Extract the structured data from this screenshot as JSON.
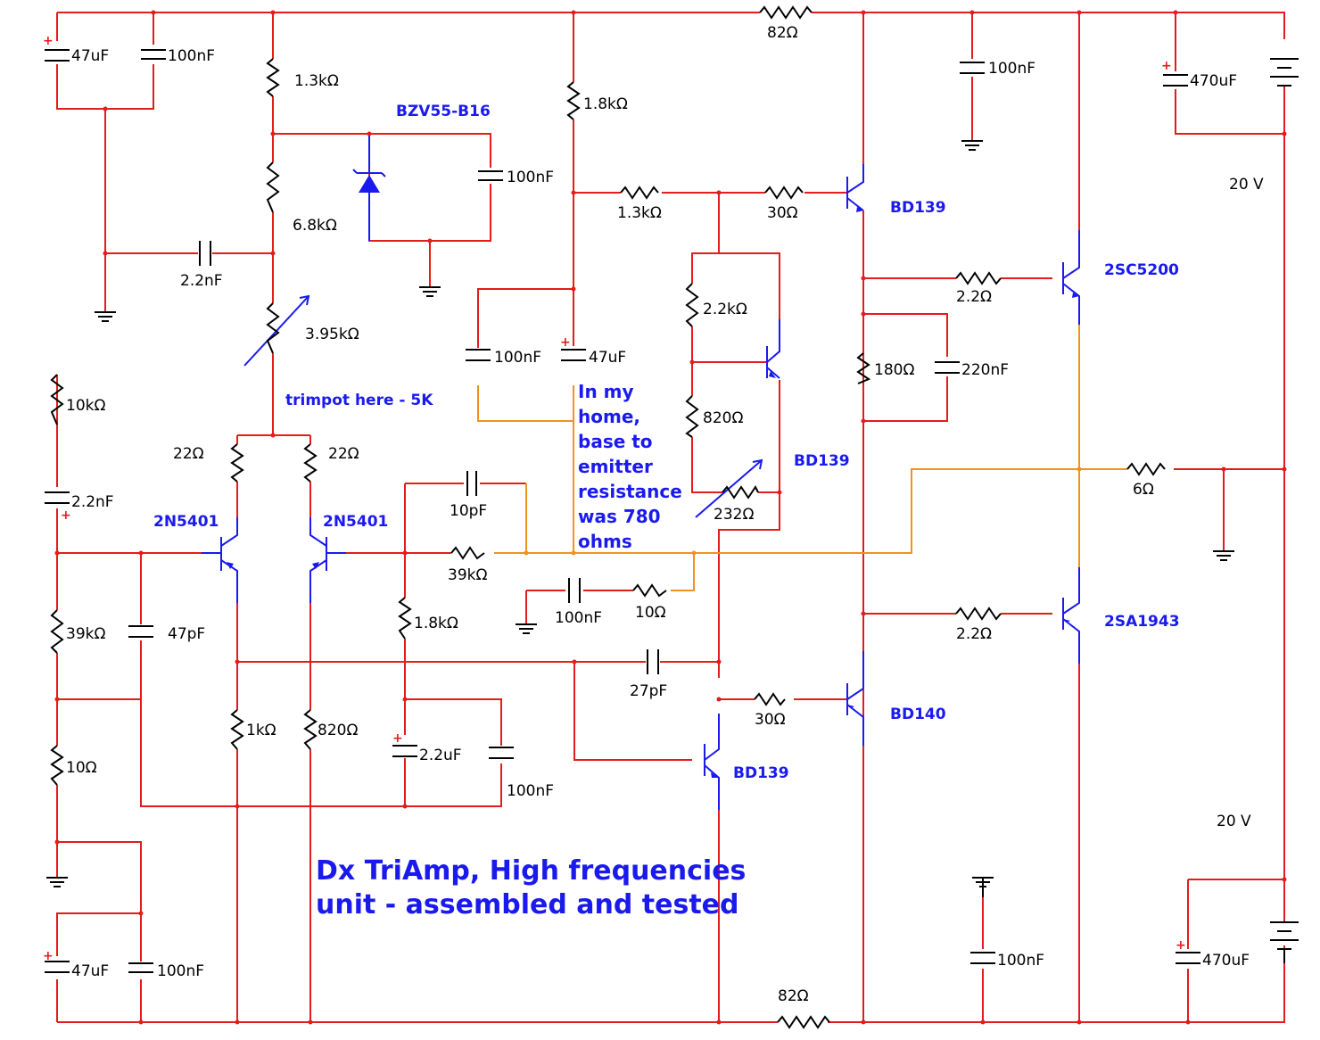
{
  "title": [
    "Dx TriAmp, High frequencies",
    "unit - assembled and tested"
  ],
  "note": [
    "In my",
    "home,",
    "base to",
    "emitter",
    "resistance",
    "was 780",
    "ohms"
  ],
  "trimpot_note": "trimpot here - 5K",
  "supply_top": "20 V",
  "supply_bottom": "20 V",
  "components": {
    "c_47u_tl": "47uF",
    "c_100n_tl": "100nF",
    "r_82_top": "82Ω",
    "c_100n_tr": "100nF",
    "c_470u_top": "470uF",
    "r_1k3_a": "1.3kΩ",
    "zener": "BZV55-B16",
    "c_100n_z": "100nF",
    "r_6k8": "6.8kΩ",
    "c_2n2_a": "2.2nF",
    "r_1k8_a": "1.8kΩ",
    "r_1k3_b": "1.3kΩ",
    "r_30_a": "30Ω",
    "q_bd139_a": "BD139",
    "q_2sc5200": "2SC5200",
    "r_2r2_a": "2.2Ω",
    "r_3k95": "3.95kΩ",
    "c_100n_m": "100nF",
    "c_47u_m": "47uF",
    "r_2k2": "2.2kΩ",
    "r_180": "180Ω",
    "c_220n": "220nF",
    "r_10k": "10kΩ",
    "r_22_a": "22Ω",
    "r_22_b": "22Ω",
    "r_820_a": "820Ω",
    "q_bd139_b": "BD139",
    "c_2n2_b": "2.2nF",
    "q_2n5401_a": "2N5401",
    "q_2n5401_b": "2N5401",
    "c_10p": "10pF",
    "r_232": "232Ω",
    "r_6": "6Ω",
    "r_39k_a": "39kΩ",
    "c_100n_n": "100nF",
    "r_10_a": "10Ω",
    "r_39k_b": "39kΩ",
    "c_47p": "47pF",
    "r_1k8_b": "1.8kΩ",
    "r_2r2_b": "2.2Ω",
    "q_2sa1943": "2SA1943",
    "c_27p": "27pF",
    "r_1k": "1kΩ",
    "r_820_b": "820Ω",
    "c_2u2": "2.2uF",
    "r_30_b": "30Ω",
    "q_bd140": "BD140",
    "r_10_b": "10Ω",
    "c_100n_b": "100nF",
    "q_bd139_c": "BD139",
    "c_47u_bl": "47uF",
    "c_100n_bl": "100nF",
    "r_82_bot": "82Ω",
    "c_100n_br": "100nF",
    "c_470u_bot": "470uF"
  }
}
